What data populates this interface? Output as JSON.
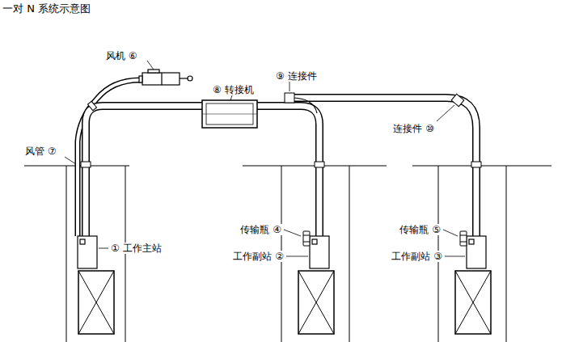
{
  "diagram": {
    "title": "一对 N 系统示意图",
    "labels": [
      "风机 ⑥",
      "风管 ⑦",
      "⑧ 转接机",
      "⑨ 连接件",
      "连接件 ⑩",
      "传输瓶 ④",
      "传输瓶 ⑤",
      "① 工作主站",
      "工作副站 ②",
      "工作副站 ③"
    ]
  }
}
